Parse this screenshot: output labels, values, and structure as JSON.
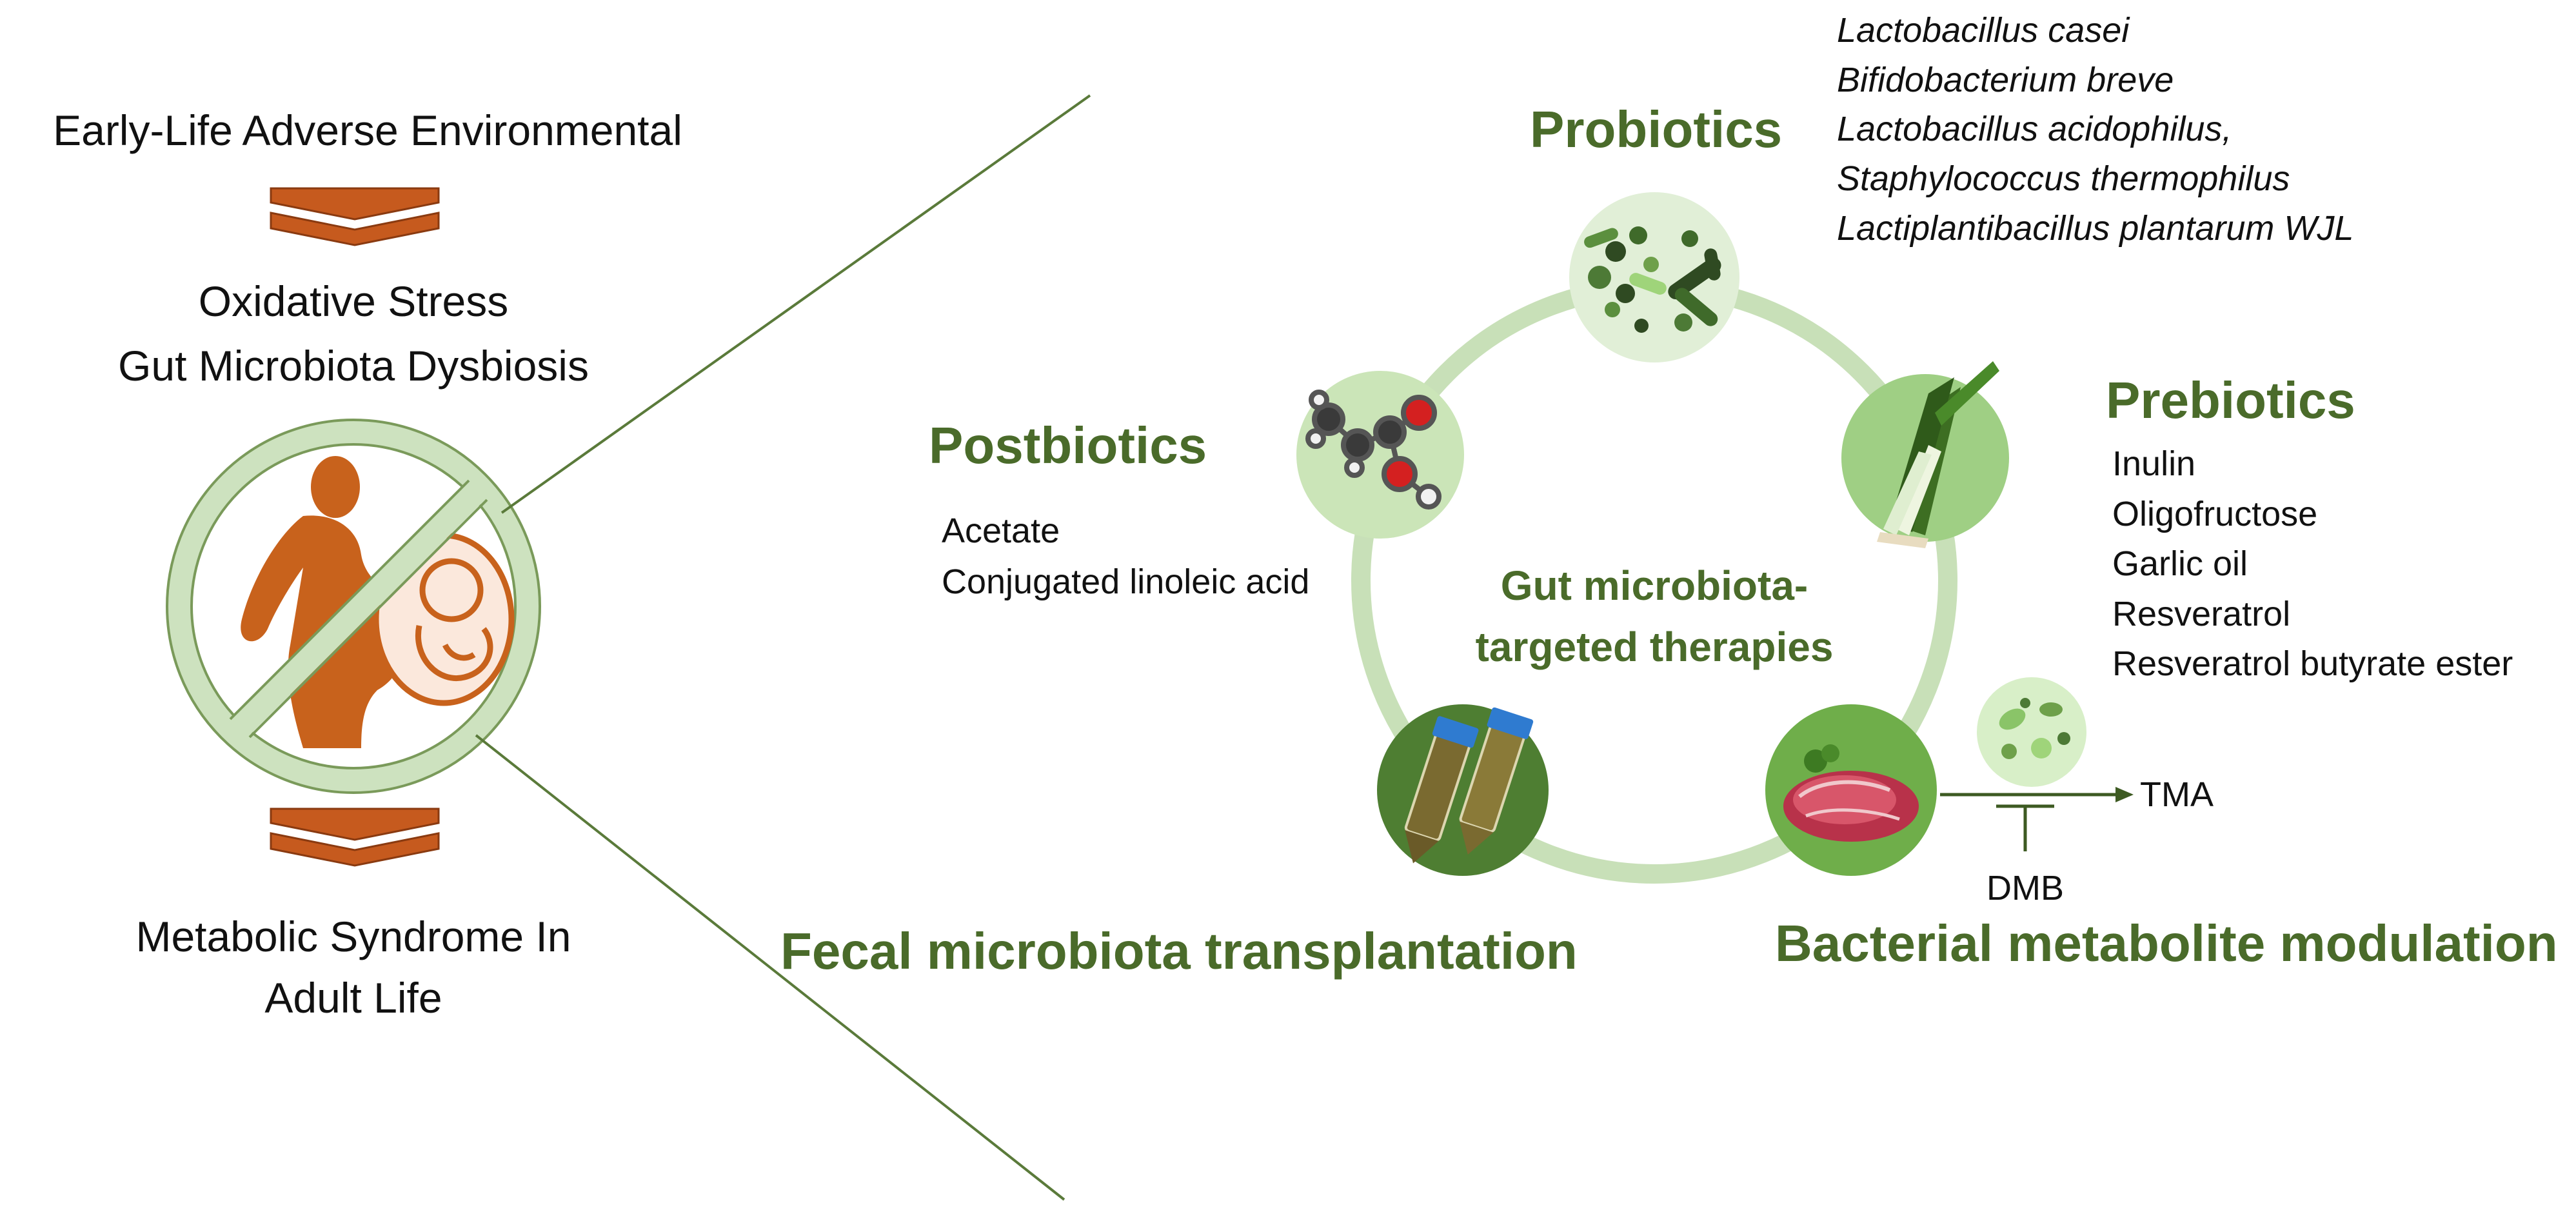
{
  "left_panel": {
    "line1": "Early-Life Adverse Environmental",
    "line2": "Oxidative Stress",
    "line3": "Gut Microbiota Dysbiosis",
    "line4": "Metabolic Syndrome In",
    "line5": "Adult Life"
  },
  "center": {
    "title_line1": "Gut microbiota-",
    "title_line2": "targeted therapies"
  },
  "probiotics": {
    "title": "Probiotics",
    "items": [
      "Lactobacillus casei",
      "Bifidobacterium breve",
      "Lactobacillus acidophilus,",
      "Staphylococcus thermophilus",
      "Lactiplantibacillus plantarum WJL"
    ]
  },
  "prebiotics": {
    "title": "Prebiotics",
    "items": [
      "Inulin",
      "Oligofructose",
      "Garlic oil",
      "Resveratrol",
      "Resveratrol butyrate ester"
    ]
  },
  "postbiotics": {
    "title": "Postbiotics",
    "items": [
      "Acetate",
      "Conjugated linoleic acid"
    ]
  },
  "fmt": {
    "title": "Fecal microbiota transplantation"
  },
  "metabolite": {
    "title": "Bacterial metabolite modulation",
    "product": "TMA",
    "inhibitor": "DMB"
  },
  "colors": {
    "accent_green": "#4a6b2a",
    "ring_green": "#c8e0b8",
    "arrow_orange": "#c65a1e",
    "silhouette_orange": "#c8621c"
  },
  "icons": [
    "bacteria-icon",
    "leek-icon",
    "molecule-icon",
    "fecal-tubes-icon",
    "meat-icon",
    "microbes-icon",
    "pregnant-woman-icon",
    "fetus-icon",
    "prohibition-icon"
  ]
}
